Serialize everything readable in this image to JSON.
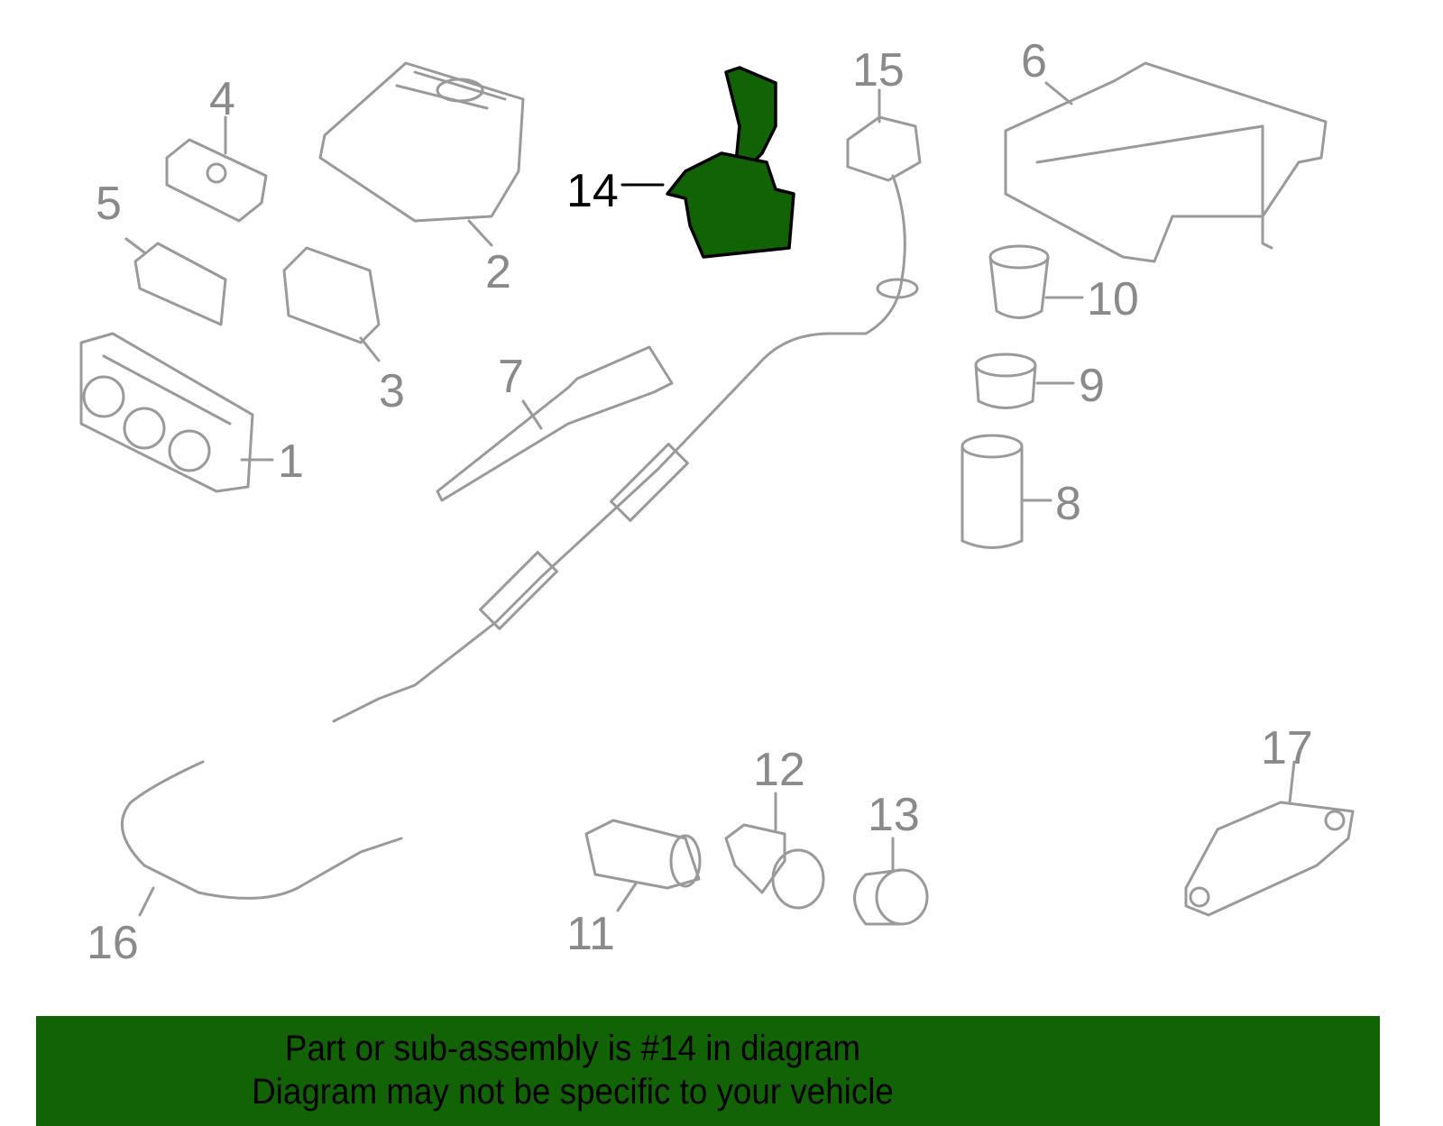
{
  "diagram": {
    "highlighted_part": "14",
    "highlight_color": "#126306",
    "line_color": "#9a9a9a",
    "callouts": [
      {
        "id": "1",
        "label": "1"
      },
      {
        "id": "2",
        "label": "2"
      },
      {
        "id": "3",
        "label": "3"
      },
      {
        "id": "4",
        "label": "4"
      },
      {
        "id": "5",
        "label": "5"
      },
      {
        "id": "6",
        "label": "6"
      },
      {
        "id": "7",
        "label": "7"
      },
      {
        "id": "8",
        "label": "8"
      },
      {
        "id": "9",
        "label": "9"
      },
      {
        "id": "10",
        "label": "10"
      },
      {
        "id": "11",
        "label": "11"
      },
      {
        "id": "12",
        "label": "12"
      },
      {
        "id": "13",
        "label": "13"
      },
      {
        "id": "14",
        "label": "14"
      },
      {
        "id": "15",
        "label": "15"
      },
      {
        "id": "16",
        "label": "16"
      },
      {
        "id": "17",
        "label": "17"
      }
    ]
  },
  "banner": {
    "line1": "Part or sub-assembly is #14 in diagram",
    "line2": "Diagram may not be specific to your vehicle",
    "background": "#126306"
  }
}
